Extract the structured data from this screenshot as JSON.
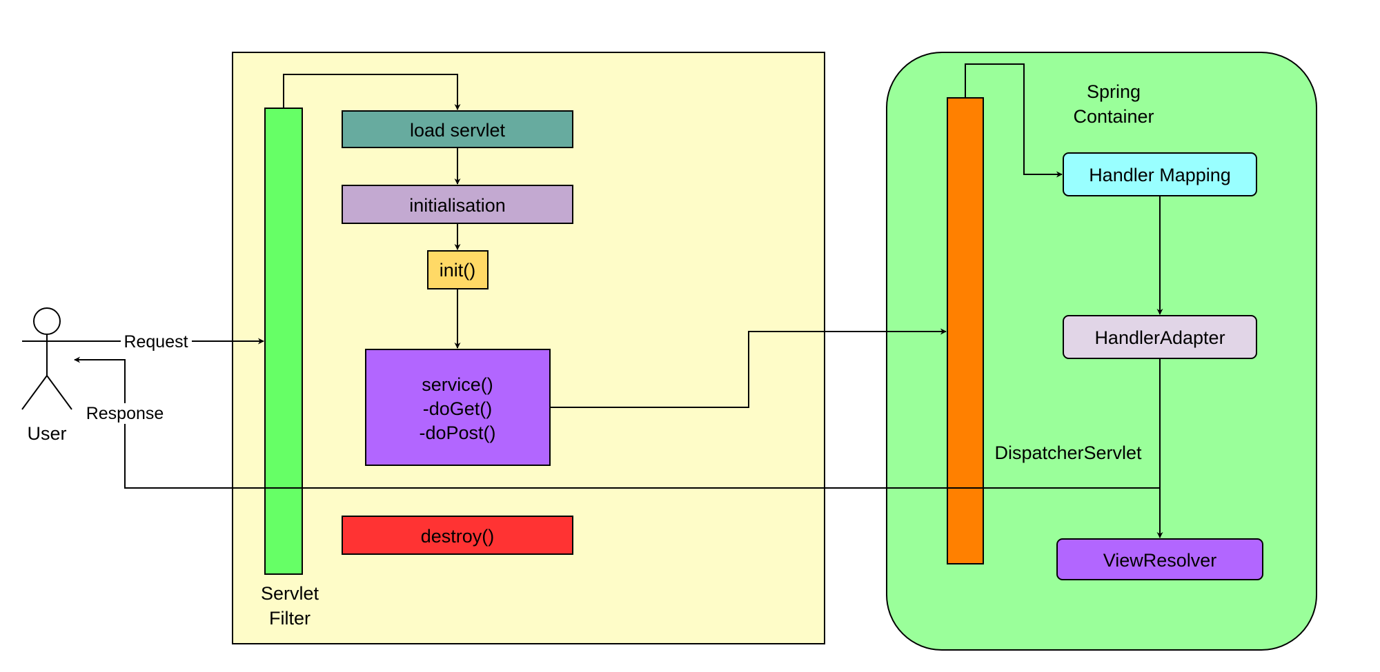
{
  "actor": {
    "label": "User"
  },
  "edges": {
    "request": "Request",
    "response": "Response"
  },
  "servlet_container": {
    "filter_label_line1": "Servlet",
    "filter_label_line2": "Filter",
    "steps": {
      "load": "load servlet",
      "init_phase": "initialisation",
      "init_method": "init()",
      "service_line1": "service()",
      "service_line2": "-doGet()",
      "service_line3": "-doPost()",
      "destroy": "destroy()"
    }
  },
  "spring_container": {
    "title_line1": "Spring",
    "title_line2": "Container",
    "dispatcher_label": "DispatcherServlet",
    "handler_mapping": "Handler Mapping",
    "handler_adapter": "HandlerAdapter",
    "view_resolver": "ViewResolver"
  },
  "colors": {
    "servlet_container_fill": "#fefcc8",
    "spring_container_fill": "#9aff9a",
    "filter_bar": "#66ff66",
    "dispatcher_bar": "#ff8000",
    "load_servlet": "#67ab9f",
    "initialisation": "#c3a9d1",
    "init_method": "#ffd966",
    "service": "#b266ff",
    "destroy": "#ff3333",
    "handler_mapping": "#99ffff",
    "handler_adapter": "#e1d5e7",
    "view_resolver": "#b266ff"
  }
}
